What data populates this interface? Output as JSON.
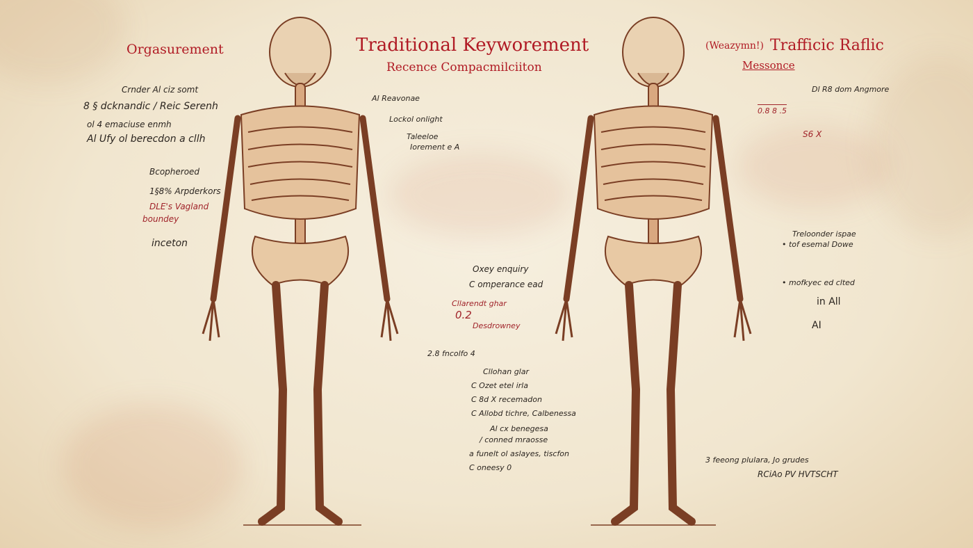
{
  "left_heading": "Orgasurement",
  "title": "Traditional Keyworement",
  "subtitle": "Recence Compacmilciiton",
  "right_heading_prefix": "(Weazymn!)",
  "right_title": "Trafficic Raflic",
  "right_subtitle": "Messonce",
  "notes_left": [
    "Crnder Al ciz somt",
    "8 § dcknandic / Reic Serenh",
    "ol 4 emaciuse enmh",
    "Al Ufy ol berecdon a cllh",
    "Bcopheroed",
    "1§8% Arpderkors",
    "DLE's Vagland",
    "boundey",
    "inceton"
  ],
  "notes_center_top": [
    "Al Reavonae",
    "Lockol onlight",
    "Taleeloe",
    "Iorement e A"
  ],
  "notes_center": [
    "Oxey enquiry",
    "C omperance ead",
    "Cllarendt ghar",
    "0.2",
    "Desdrowney",
    "2.8 fncolfo 4",
    "Cllohan glar",
    "C Ozet etel irla",
    "C 8d X recemadon",
    "C Allobd tichre, Calbenessa",
    "Al cx benegesa",
    "/ conned mraosse",
    "a funelt ol aslayes, tiscfon",
    "C oneesy 0"
  ],
  "notes_right_top": [
    "Dl R8 dom Angmore",
    "0.8 8 .5",
    "S6 X"
  ],
  "notes_right": [
    "Treloonder ispae",
    "• tof esemal Dowe",
    "• mofkyec ed clted",
    "in All",
    "AI",
    "3 feeong plulara, Jo grudes",
    "RCiAo PV HVTSCHT"
  ],
  "colors": {
    "ink_red": "#b01a24",
    "bone": "#e9cfae",
    "bone_line": "#7a3e24",
    "paper": "#f4ead6"
  }
}
